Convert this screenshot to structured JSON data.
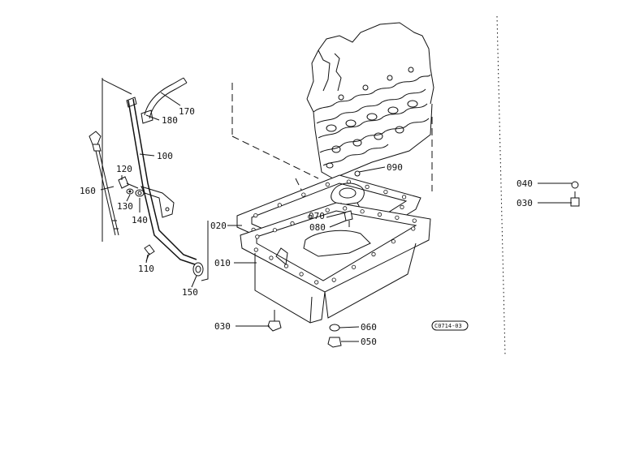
{
  "labels": {
    "p170": "170",
    "p180": "180",
    "p100": "100",
    "p160": "160",
    "p120": "120",
    "p130": "130",
    "p140": "140",
    "p110": "110",
    "p150": "150",
    "p020": "020",
    "p010": "010",
    "p070": "070",
    "p080": "080",
    "p090": "090",
    "p030a": "030",
    "p060": "060",
    "p050": "050",
    "p040": "040",
    "p030b": "030"
  },
  "drawing_code": "C0714-03",
  "icons": {
    "engine": "engine-block-icon",
    "oil_pan": "oil-pan-icon",
    "gasket": "gasket-icon",
    "dipstick": "dipstick-icon",
    "guide_tube": "dipstick-guide-tube-icon",
    "strainer": "oil-strainer-icon",
    "drain_plug": "drain-plug-icon",
    "bolt": "bolt-icon"
  },
  "colors": {
    "ink": "#111111",
    "paper": "#ffffff"
  }
}
